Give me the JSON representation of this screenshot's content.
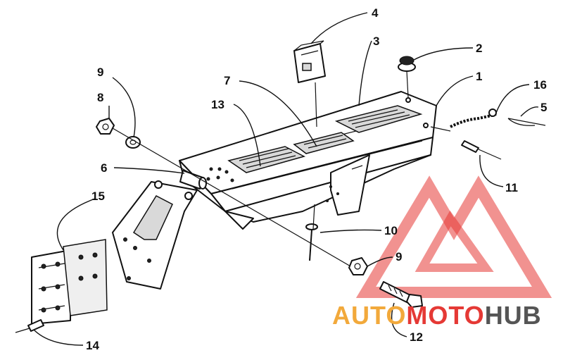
{
  "diagram": {
    "callouts": [
      {
        "id": "c1",
        "label": "1"
      },
      {
        "id": "c2",
        "label": "2"
      },
      {
        "id": "c3",
        "label": "3"
      },
      {
        "id": "c4",
        "label": "4"
      },
      {
        "id": "c5",
        "label": "5"
      },
      {
        "id": "c6",
        "label": "6"
      },
      {
        "id": "c7",
        "label": "7"
      },
      {
        "id": "c8",
        "label": "8"
      },
      {
        "id": "c9a",
        "label": "9"
      },
      {
        "id": "c9b",
        "label": "9"
      },
      {
        "id": "c10",
        "label": "10"
      },
      {
        "id": "c11",
        "label": "11"
      },
      {
        "id": "c12",
        "label": "12"
      },
      {
        "id": "c13",
        "label": "13"
      },
      {
        "id": "c14",
        "label": "14"
      },
      {
        "id": "c15",
        "label": "15"
      },
      {
        "id": "c16",
        "label": "16"
      }
    ]
  },
  "watermark": {
    "part1": "AUTO",
    "part2": "MOTO",
    "part3": "HUB",
    "color_orange": "#f2a93b",
    "color_red": "#e53935",
    "color_gray": "#555555"
  }
}
